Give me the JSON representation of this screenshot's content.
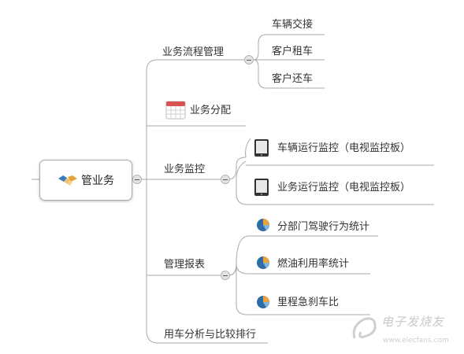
{
  "root": {
    "label": "管业务",
    "icon": "handshake-icon"
  },
  "branches": {
    "process": {
      "label": "业务流程管理",
      "children": [
        "车辆交接",
        "客户租车",
        "客户还车"
      ]
    },
    "assign": {
      "label": "业务分配",
      "icon": "calendar-icon"
    },
    "monitor": {
      "label": "业务监控",
      "children": [
        "车辆运行监控（电视监控板）",
        "业务运行监控（电视监控板）"
      ],
      "child_icon": "tablet-icon"
    },
    "report": {
      "label": "管理报表",
      "children": [
        "分部门驾驶行为统计",
        "燃油利用率统计",
        "里程急刹车比"
      ],
      "child_icon": "pie-chart-icon"
    },
    "analysis": {
      "label": "用车分析与比较排行"
    }
  },
  "watermark": {
    "text": "电子发烧友",
    "url": "www.elecfans.com"
  },
  "colors": {
    "line": "#a9a9a9",
    "accent_red": "#d9534f",
    "pie_blue": "#2e6da4",
    "pie_orange": "#e8a33c"
  }
}
